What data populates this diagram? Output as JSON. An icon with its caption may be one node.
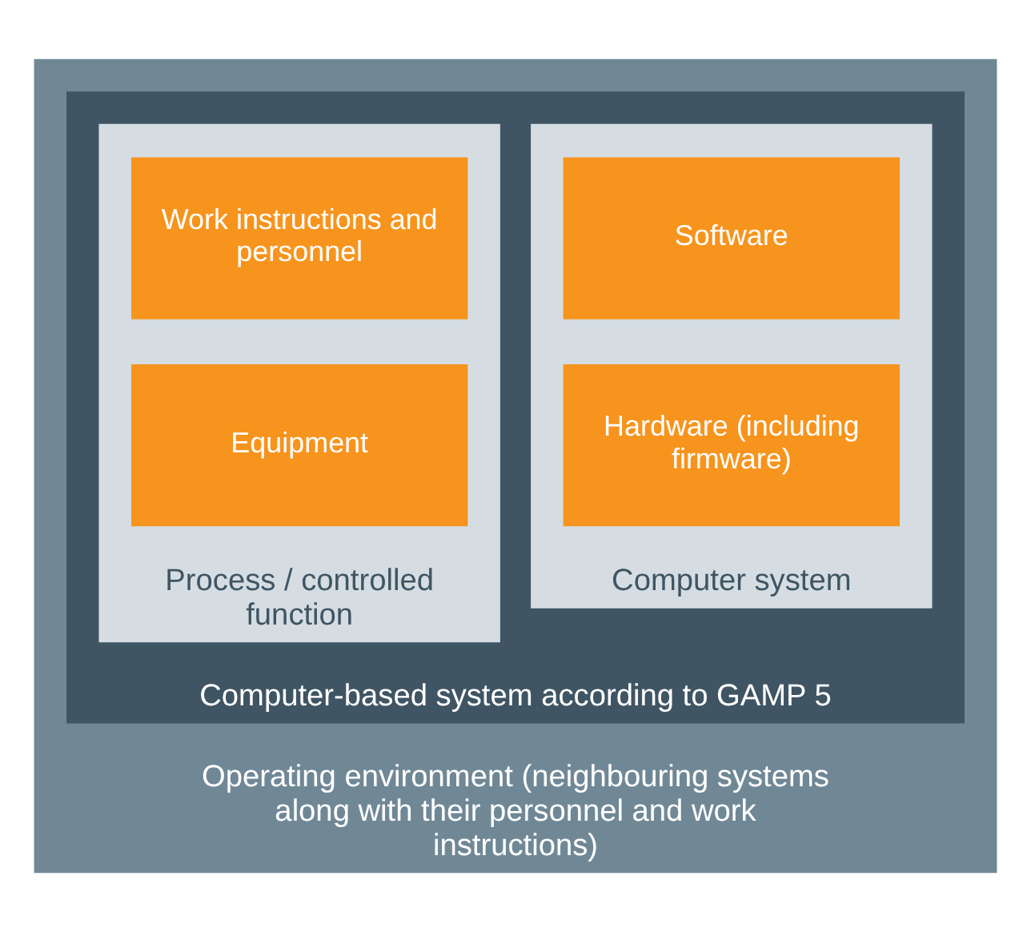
{
  "diagram": {
    "nodes": [
      {
        "text": [
          "Operating environment (neighbouring systems along with their personnel and work instructions)"
        ]
      },
      {
        "text": [
          "Computer-based system according to GAMP 5"
        ],
        "in": 0
      },
      {
        "text": [
          "Computer system"
        ],
        "in": 1
      },
      {
        "text": [
          "Software"
        ],
        "in": 2
      },
      {
        "text": [
          "Hardware (including firmware)"
        ],
        "in": 2
      },
      {
        "text": [
          "Process / controlled function"
        ],
        "in": 1
      },
      {
        "text": [
          "Work instructions and personnel"
        ],
        "in": 5
      },
      {
        "text": [
          "Equipment"
        ],
        "in": 5
      }
    ]
  }
}
